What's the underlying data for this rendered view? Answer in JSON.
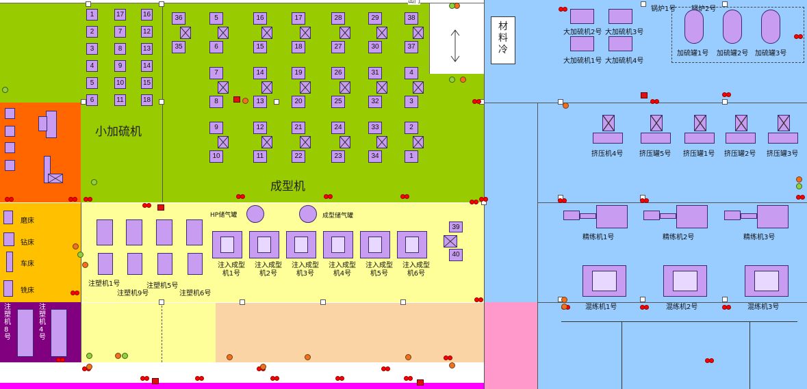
{
  "rooms": {
    "small_vulcanizer_label": "小加硫机",
    "molding_label": "成型机",
    "material_cold_label": "材\n料\n冷",
    "top_door_label": "出门"
  },
  "small_vulcanizer_numbers": [
    "1",
    "2",
    "3",
    "4",
    "5",
    "6",
    "17",
    "7",
    "8",
    "9",
    "10",
    "11",
    "16",
    "12",
    "13",
    "14",
    "15",
    "18"
  ],
  "molding_numbers": [
    "36",
    "35",
    "5",
    "6",
    "16",
    "15",
    "17",
    "18",
    "28",
    "27",
    "29",
    "30",
    "38",
    "37",
    "7",
    "8",
    "14",
    "13",
    "19",
    "20",
    "26",
    "25",
    "31",
    "32",
    "4",
    "3",
    "9",
    "10",
    "12",
    "11",
    "21",
    "22",
    "24",
    "23",
    "33",
    "34",
    "2",
    "1"
  ],
  "machine_shop": {
    "labels": [
      "磨床",
      "钻床",
      "车床",
      "铣床"
    ]
  },
  "injection": {
    "labels": [
      "注塑机1号",
      "注塑机9号",
      "注塑机5号",
      "注塑机6号"
    ],
    "purple_label": "注塑机8号",
    "purple_label2": "注塑机4号"
  },
  "tanks": {
    "hp_tank": "HP储气罐",
    "molding_tank": "成型储气罐"
  },
  "injection_molding": [
    "注入成型机1号",
    "注入成型机2号",
    "注入成型机3号",
    "注入成型机4号",
    "注入成型机5号",
    "注入成型机6号"
  ],
  "extra_numbers": [
    "39",
    "40"
  ],
  "right": {
    "boilers": [
      "锅炉1号",
      "锅炉2号"
    ],
    "big_vulcanizers": [
      "大加硫机2号",
      "大加硫机3号",
      "大加硫机1号",
      "大加硫机4号"
    ],
    "vulc_tanks": [
      "加硫罐1号",
      "加硫罐2号",
      "加硫罐3号"
    ],
    "extruders": [
      "挤压机4号",
      "挤压罐5号",
      "挤压罐1号",
      "挤压罐2号",
      "挤压罐3号"
    ],
    "refiners": [
      "精练机1号",
      "精练机2号",
      "精练机3号"
    ],
    "mixers": [
      "混练机1号",
      "混练机2号",
      "混练机3号"
    ]
  },
  "colors": {
    "green": "#99cc00",
    "orange": "#ff6600",
    "amber": "#ffc000",
    "yellow": "#ffff99",
    "peach": "#fad4a4",
    "purple": "#800080",
    "blue": "#99ccff",
    "pink": "#ff99cc",
    "machine": "#c89cf0"
  }
}
